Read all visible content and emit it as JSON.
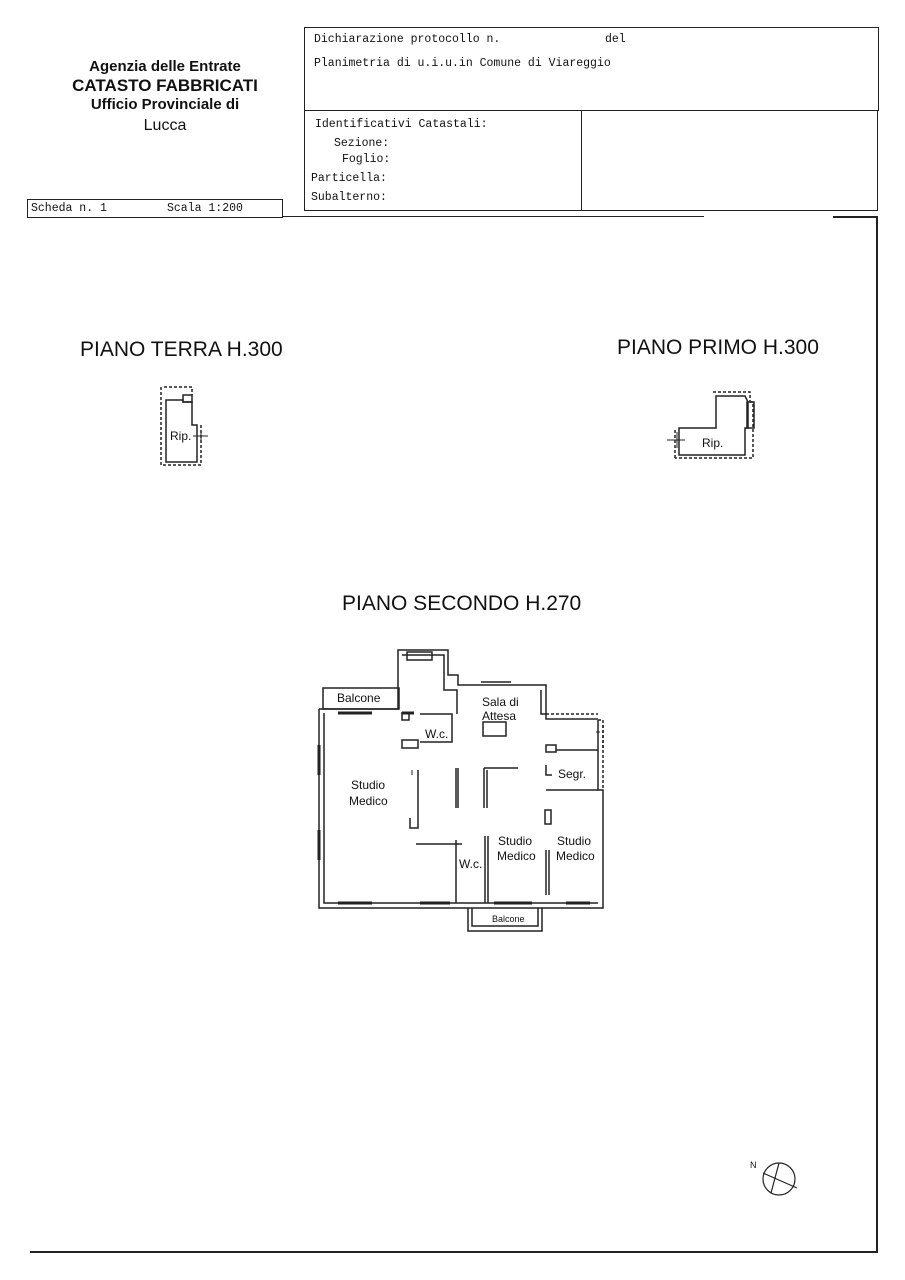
{
  "header": {
    "agency_line1": "Agenzia delle Entrate",
    "agency_line2": "CATASTO FABBRICATI",
    "agency_line3": "Ufficio Provinciale di",
    "agency_line4": "Lucca",
    "dichiarazione": "Dichiarazione protocollo n.",
    "del_label": "del",
    "planimetria": "Planimetria di u.i.u.in Comune di Viareggio",
    "identificativi": "Identificativi Catastali:",
    "sezione": "Sezione:",
    "foglio": "Foglio:",
    "particella": "Particella:",
    "subalterno": "Subalterno:",
    "scheda": "Scheda n. 1",
    "scala": "Scala 1:200"
  },
  "floors": {
    "terra": {
      "title": "PIANO TERRA H.300",
      "room": "Rip."
    },
    "primo": {
      "title": "PIANO PRIMO H.300",
      "room": "Rip."
    },
    "secondo": {
      "title": "PIANO SECONDO H.270",
      "rooms": {
        "balcone_top": "Balcone",
        "sala_1": "Sala di",
        "sala_2": "Attesa",
        "wc_top": "W.c.",
        "segr": "Segr.",
        "studio_a_1": "Studio",
        "studio_a_2": "Medico",
        "studio_b_1": "Studio",
        "studio_b_2": "Medico",
        "studio_c_1": "Studio",
        "studio_c_2": "Medico",
        "wc_bottom": "W.c.",
        "balcone_bottom": "Balcone"
      }
    }
  },
  "north_label": "N"
}
